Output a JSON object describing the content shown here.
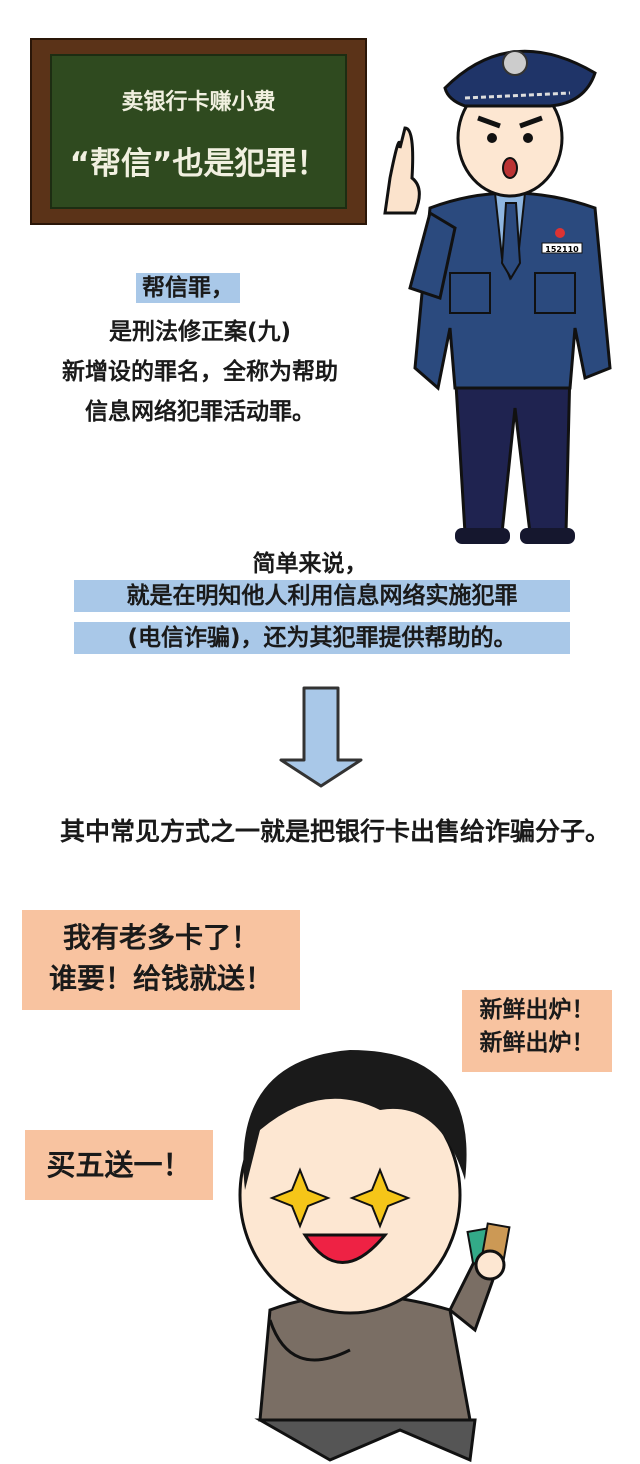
{
  "board": {
    "line1": "卖银行卡赚小费",
    "line2": "“帮信”也是犯罪！"
  },
  "officer": {
    "badge_number": "152110"
  },
  "definition": {
    "term": "帮信罪，",
    "lines": [
      "是刑法修正案(九)",
      "新增设的罪名，全称为帮助",
      "信息网络犯罪活动罪。"
    ]
  },
  "simple": {
    "intro": "简单来说，",
    "lines": [
      "就是在明知他人利用信息网络实施犯罪",
      "(电信诈骗)，还为其犯罪提供帮助的。"
    ]
  },
  "common_method": "其中常见方式之一就是把银行卡出售给诈骗分子。",
  "bubbles": {
    "main": [
      "我有老多卡了！",
      "谁要！给钱就送！"
    ],
    "fresh": [
      "新鲜出炉！",
      "新鲜出炉！"
    ],
    "deal": "买五送一！"
  },
  "colors": {
    "highlight": "#a9c8e8",
    "bubble": "#f8c3a0",
    "board": "#2f4a1f",
    "uniform": "#2b4a7e"
  }
}
